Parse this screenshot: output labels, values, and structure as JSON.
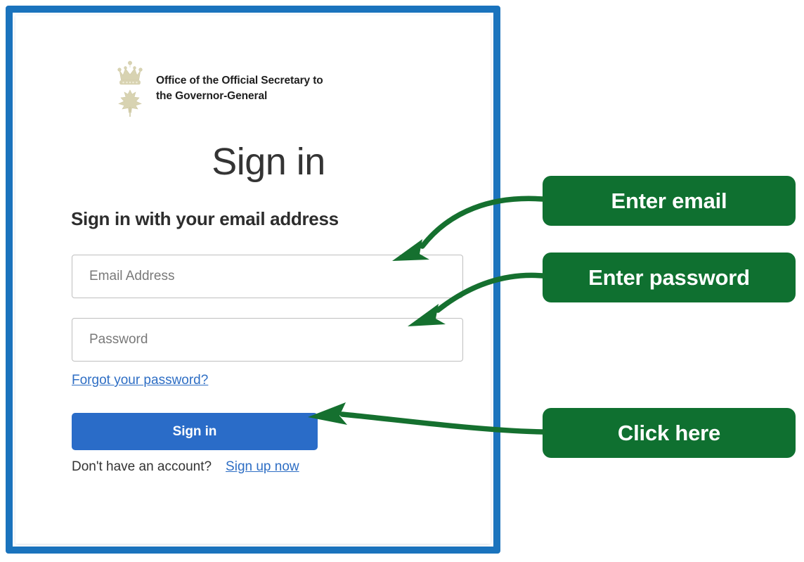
{
  "frame": {
    "border_color": "#1a73bd"
  },
  "brand": {
    "emblem_icon": "crown-maple-leaf-emblem",
    "emblem_color": "#d8d3b2",
    "name": "Office of the Official Secretary to\nthe Governor-General"
  },
  "signin": {
    "title": "Sign in",
    "subtitle": "Sign in with your email address",
    "email": {
      "placeholder": "Email Address",
      "value": ""
    },
    "password": {
      "placeholder": "Password",
      "value": ""
    },
    "forgot_password_label": "Forgot your password?",
    "submit_label": "Sign in",
    "signup_prompt": "Don't have an account?",
    "signup_link_label": "Sign up now",
    "button_color": "#2a6cc8",
    "link_color": "#2e6ec4"
  },
  "annotations": {
    "accent_color": "#0f7030",
    "callouts": [
      {
        "label": "Enter email",
        "target": "email-field"
      },
      {
        "label": "Enter password",
        "target": "password-field"
      },
      {
        "label": "Click here",
        "target": "signin-button"
      }
    ]
  }
}
